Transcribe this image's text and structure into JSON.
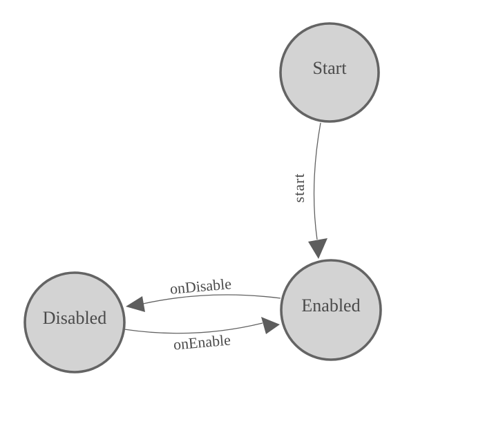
{
  "diagram": {
    "type": "state-machine",
    "background_color": "#ffffff",
    "node_fill_color": "#d3d3d3",
    "node_stroke_color": "#646464",
    "edge_color": "#616161",
    "arrowhead_color": "#5d5d5d",
    "label_color": "#4a4a4a",
    "nodes": [
      {
        "id": "start",
        "label": "Start"
      },
      {
        "id": "enabled",
        "label": "Enabled"
      },
      {
        "id": "disabled",
        "label": "Disabled"
      }
    ],
    "edges": [
      {
        "from": "Start",
        "to": "Enabled",
        "label": "start"
      },
      {
        "from": "Enabled",
        "to": "Disabled",
        "label": "onDisable"
      },
      {
        "from": "Disabled",
        "to": "Enabled",
        "label": "onEnable"
      }
    ]
  }
}
